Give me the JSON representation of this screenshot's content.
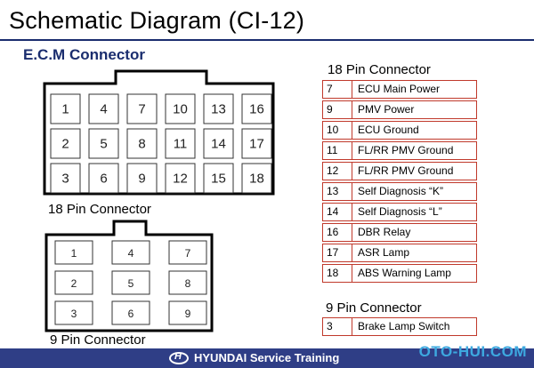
{
  "title": "Schematic Diagram (CI-12)",
  "subtitle": "E.C.M Connector",
  "connector18": {
    "caption": "18 Pin Connector",
    "pins": [
      "1",
      "4",
      "7",
      "10",
      "13",
      "16",
      "2",
      "5",
      "8",
      "11",
      "14",
      "17",
      "3",
      "6",
      "9",
      "12",
      "15",
      "18"
    ]
  },
  "connector9": {
    "caption": "9 Pin Connector",
    "pins": [
      "1",
      "4",
      "7",
      "2",
      "5",
      "8",
      "3",
      "6",
      "9"
    ]
  },
  "table18": {
    "title": "18 Pin Connector",
    "rows": [
      {
        "pin": "7",
        "desc": "ECU Main Power"
      },
      {
        "pin": "9",
        "desc": "PMV Power"
      },
      {
        "pin": "10",
        "desc": "ECU Ground"
      },
      {
        "pin": "11",
        "desc": "FL/RR PMV Ground"
      },
      {
        "pin": "12",
        "desc": "FL/RR PMV Ground"
      },
      {
        "pin": "13",
        "desc": "Self Diagnosis “K”"
      },
      {
        "pin": "14",
        "desc": "Self Diagnosis “L”"
      },
      {
        "pin": "16",
        "desc": "DBR Relay"
      },
      {
        "pin": "17",
        "desc": "ASR Lamp"
      },
      {
        "pin": "18",
        "desc": "ABS Warning Lamp"
      }
    ]
  },
  "table9": {
    "title": "9 Pin Connector",
    "rows": [
      {
        "pin": "3",
        "desc": "Brake Lamp Switch"
      }
    ]
  },
  "footer": {
    "brand": "HYUNDAI Service Training"
  },
  "watermark": "OTO-HUI.COM",
  "colors": {
    "accent": "#1a2d6e",
    "table_border": "#c0392b",
    "footer_bg": "#2f3e86",
    "watermark": "#3da9e0"
  }
}
